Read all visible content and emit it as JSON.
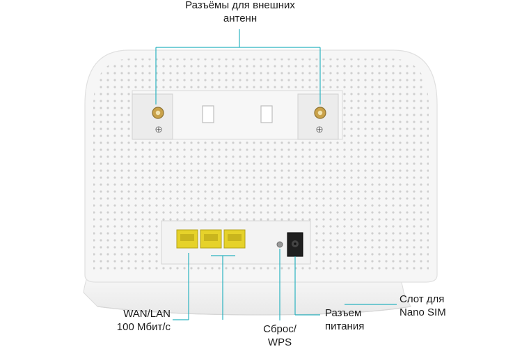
{
  "labels": {
    "antenna": {
      "line1": "Разъёмы для внешних",
      "line2": "антенн"
    },
    "wan_lan": {
      "line1": "WAN/LAN",
      "line2": "100 Мбит/с"
    },
    "reset": {
      "line1": "Сброс/",
      "line2": "WPS"
    },
    "power": {
      "line1": "Разъем",
      "line2": "питания"
    },
    "sim": {
      "line1": "Слот для",
      "line2": "Nano SIM"
    }
  },
  "colors": {
    "leader": "#2bb3c0",
    "port": "#e6d22a",
    "body": "#f4f4f4",
    "outline": "#dedede"
  }
}
